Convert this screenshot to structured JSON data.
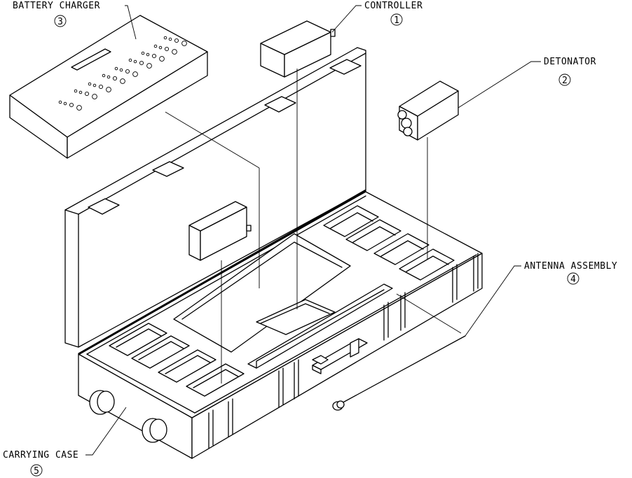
{
  "labels": {
    "battery_charger": {
      "text": "BATTERY CHARGER",
      "number": "3"
    },
    "controller": {
      "text": "CONTROLLER",
      "number": "1"
    },
    "detonator": {
      "text": "DETONATOR",
      "number": "2"
    },
    "antenna_assembly": {
      "text": "ANTENNA ASSEMBLY",
      "number": "4"
    },
    "carrying_case": {
      "text": "CARRYING CASE",
      "number": "5"
    }
  },
  "colors": {
    "line": "#000000",
    "background": "#ffffff"
  }
}
